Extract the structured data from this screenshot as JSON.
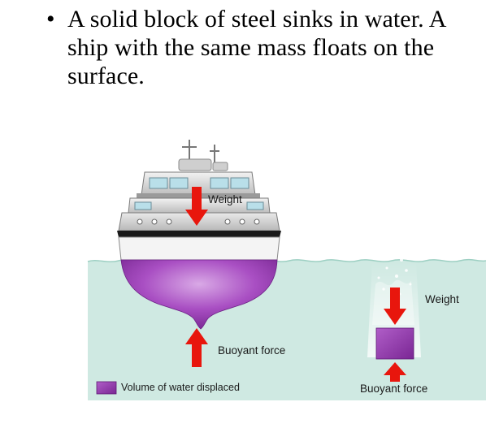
{
  "bullet": {
    "symbol": "•",
    "text": "A solid block of steel sinks in water. A ship with the same mass floats on the surface."
  },
  "diagram": {
    "ship_weight_label": "Weight",
    "ship_buoyant_label": "Buoyant force",
    "block_weight_label": "Weight",
    "block_buoyant_label": "Buoyant force",
    "legend_label": "Volume of water displaced",
    "colors": {
      "water": "#cfe9e2",
      "displaced": "#9b3fb4",
      "arrow": "#e8160d",
      "hull_band": "#1a1a1a"
    }
  }
}
